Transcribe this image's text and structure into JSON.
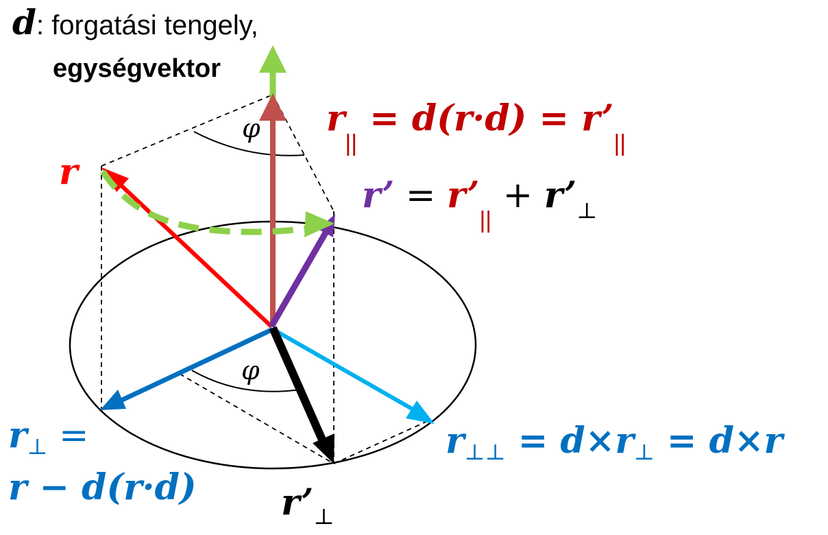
{
  "colors": {
    "axis": "#8dd04a",
    "r_parallel": "#c0504d",
    "r": "#ff0000",
    "r_prime": "#7030a0",
    "r_perp": "#0070c0",
    "r_perp_perp": "#00b0f0",
    "r_prime_perp": "#000000",
    "label_red": "#c00000",
    "label_blue": "#0070c0",
    "text": "#000000"
  },
  "axis_label": {
    "symbol": "d",
    "description": ": forgatási tengely,",
    "unit_word": "egységvektor"
  },
  "angle_symbol": "φ",
  "labels": {
    "r": "r",
    "r_parallel_eq": {
      "lhs": "r",
      "lhs_sub": "||",
      "mid": " = d(r·d) = ",
      "rhs": "r’",
      "rhs_sub": "||"
    },
    "r_prime_eq": {
      "lhs": "r’",
      "eq": " = ",
      "term1": "r’",
      "term1_sub": "||",
      "plus": " + ",
      "term2": "r’",
      "term2_sub": "⊥"
    },
    "r_perp_eq": {
      "lhs": "r",
      "lhs_sub": "⊥",
      "eq": " =",
      "line2": "r − d(r·d)"
    },
    "r_perp_perp_eq": {
      "lhs": "r",
      "lhs_sub": "⊥⊥",
      "mid1": " =  d×",
      "mid_r": "r",
      "mid_sub": "⊥",
      "rhs": " = d×r"
    },
    "r_prime_perp": {
      "main": "r’",
      "sub": "⊥"
    }
  }
}
